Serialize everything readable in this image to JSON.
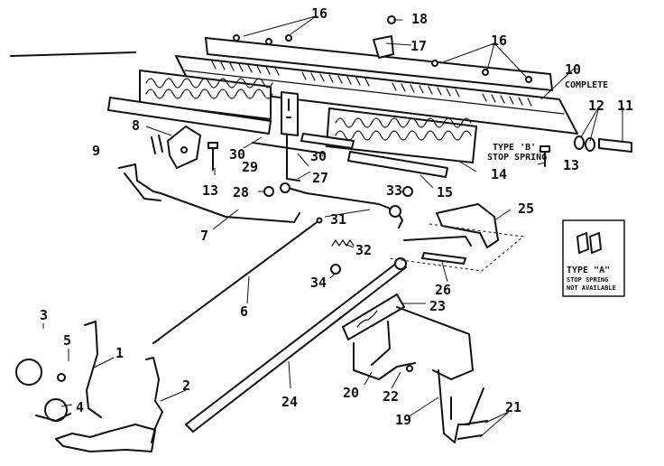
{
  "callouts": {
    "n1": "1",
    "n2": "2",
    "n3": "3",
    "n4": "4",
    "n5": "5",
    "n6": "6",
    "n7": "7",
    "n8": "8",
    "n9": "9",
    "n10": "10",
    "n11": "11",
    "n12": "12",
    "n13a": "13",
    "n13b": "13",
    "n14": "14",
    "n15": "15",
    "n16a": "16",
    "n16b": "16",
    "n17": "17",
    "n18": "18",
    "n19": "19",
    "n20": "20",
    "n21": "21",
    "n22": "22",
    "n23": "23",
    "n24": "24",
    "n25": "25",
    "n26": "26",
    "n27": "27",
    "n28": "28",
    "n29": "29",
    "n30a": "30",
    "n30b": "30",
    "n31": "31",
    "n32": "32",
    "n33": "33",
    "n34": "34"
  },
  "notes": {
    "complete": "COMPLETE",
    "type_b_1": "TYPE 'B'",
    "type_b_2": "STOP SPRING",
    "type_a_1": "TYPE \"A\"",
    "type_a_2": "STOP SPRING",
    "type_a_3": "NOT AVAILABLE"
  }
}
